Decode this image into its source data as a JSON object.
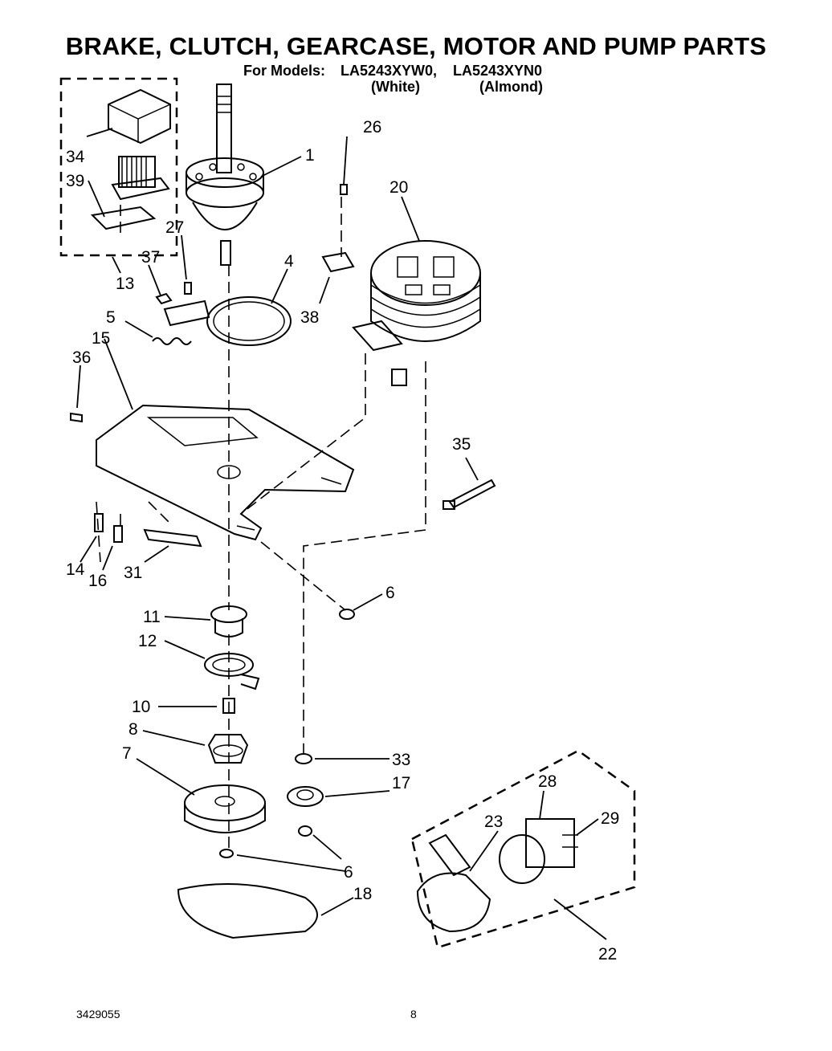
{
  "title": "BRAKE, CLUTCH, GEARCASE, MOTOR AND PUMP PARTS",
  "models": {
    "prefix": "For Models:",
    "model_1": "LA5243XYW0,",
    "model_2": "LA5243XYN0",
    "color_1": "(White)",
    "color_2": "(Almond)"
  },
  "callouts": {
    "c1": "1",
    "c4": "4",
    "c5": "5",
    "c6a": "6",
    "c6b": "6",
    "c7": "7",
    "c8": "8",
    "c10": "10",
    "c11": "11",
    "c12": "12",
    "c13": "13",
    "c14": "14",
    "c15": "15",
    "c16": "16",
    "c17": "17",
    "c18": "18",
    "c20": "20",
    "c22": "22",
    "c23": "23",
    "c26": "26",
    "c27": "27",
    "c28": "28",
    "c29": "29",
    "c31": "31",
    "c33": "33",
    "c34": "34",
    "c35": "35",
    "c36": "36",
    "c37": "37",
    "c38": "38",
    "c39": "39"
  },
  "footer": {
    "doc_number": "3429055",
    "page_number": "8"
  }
}
